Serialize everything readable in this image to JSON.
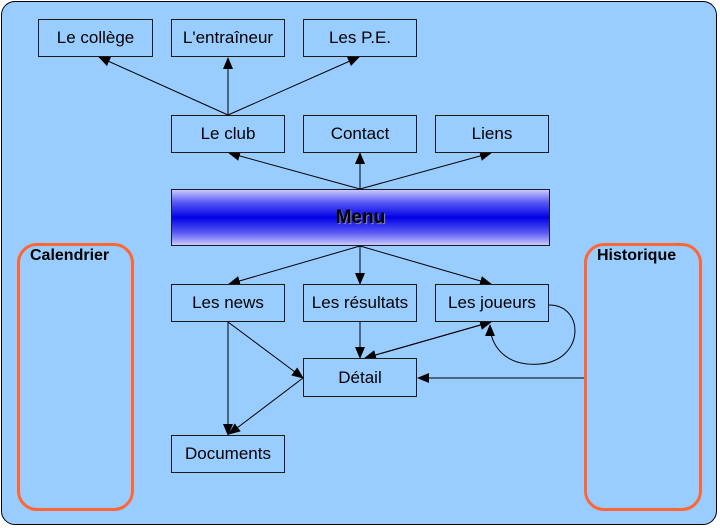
{
  "top_row": {
    "college": "Le collège",
    "entraineur": "L'entraîneur",
    "pe": "Les P.E."
  },
  "second_row": {
    "club": "Le club",
    "contact": "Contact",
    "liens": "Liens"
  },
  "menu": {
    "label": "Menu"
  },
  "third_row": {
    "news": "Les news",
    "resultats": "Les résultats",
    "joueurs": "Les joueurs"
  },
  "detail": "Détail",
  "documents": "Documents",
  "sidebar_left": {
    "label": "Calendrier"
  },
  "sidebar_right": {
    "label": "Historique"
  },
  "colors": {
    "background": "#99ccff",
    "menu_accent": "#0000e6",
    "side_outline": "#ff6633"
  }
}
